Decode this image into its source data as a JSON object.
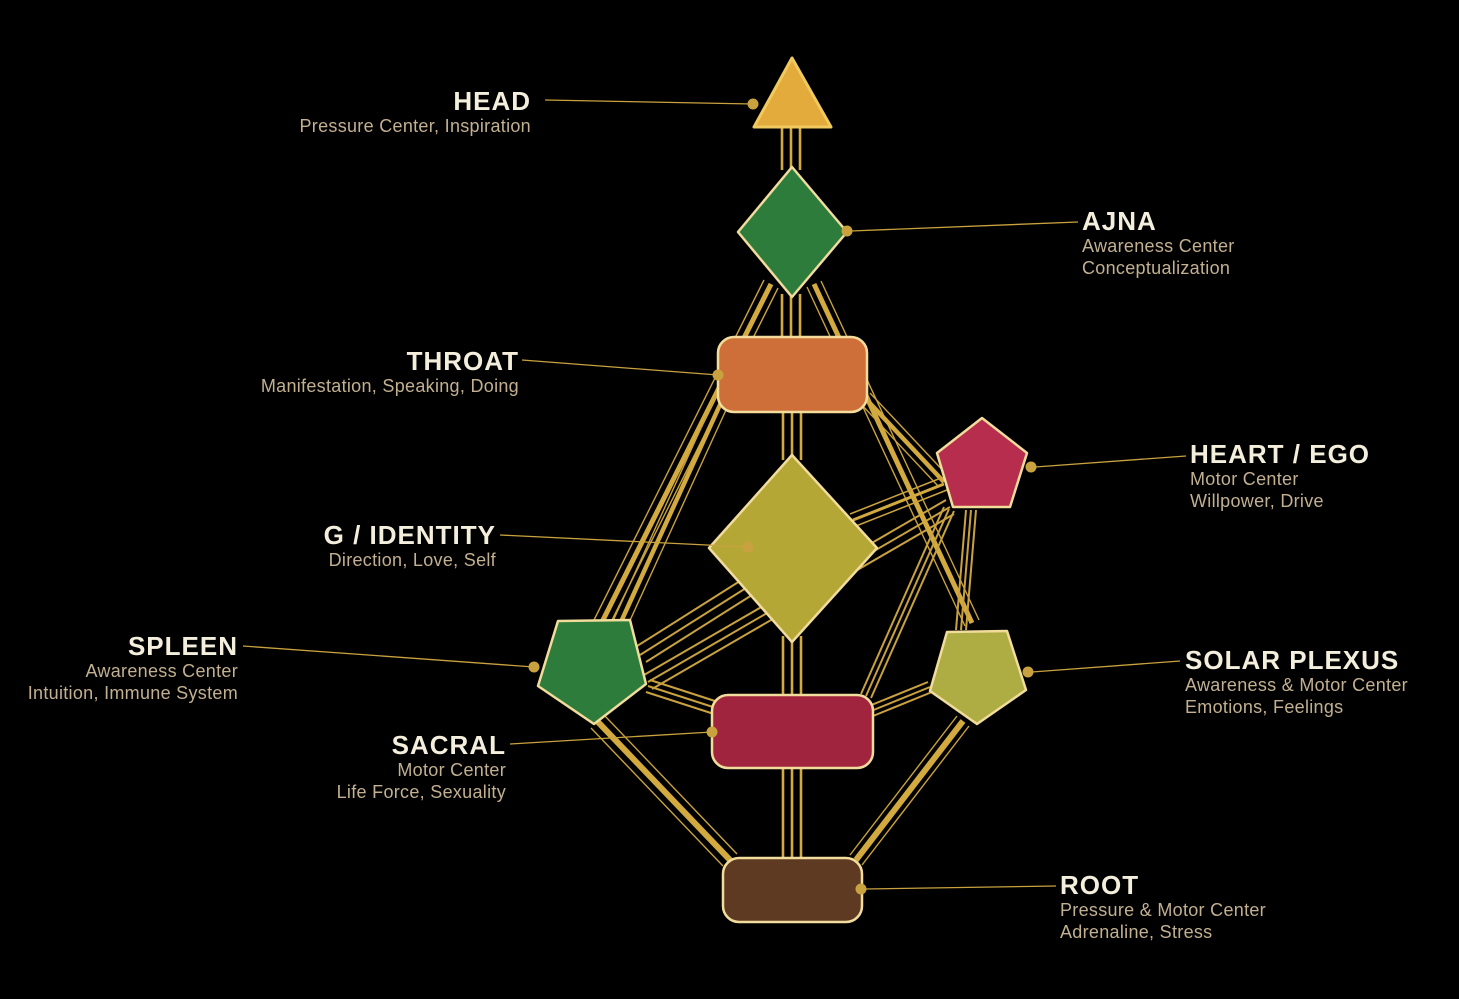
{
  "diagram": {
    "background_color": "#000000",
    "title_text_color": "#F4EEDC",
    "subtitle_text_color": "#C2B091",
    "channel_color": "#D2AA3F",
    "channel_thin_color": "#C9A23F",
    "leader_line_color": "#C9A23F",
    "shape_outline_color": "#F1DC9C"
  },
  "centers": [
    {
      "id": "head",
      "name": "HEAD",
      "shape": "triangle",
      "color": "#E3AA3C",
      "desc": [
        "Pressure Center, Inspiration"
      ]
    },
    {
      "id": "ajna",
      "name": "AJNA",
      "shape": "diamond",
      "color": "#2E7C3C",
      "desc": [
        "Awareness Center",
        "Conceptualization"
      ]
    },
    {
      "id": "throat",
      "name": "THROAT",
      "shape": "rectangle",
      "color": "#CE6F3A",
      "desc": [
        "Manifestation, Speaking, Doing"
      ]
    },
    {
      "id": "heart",
      "name": "HEART / EGO",
      "shape": "pentagon",
      "color": "#B72D4D",
      "desc": [
        "Motor Center",
        "Willpower, Drive"
      ]
    },
    {
      "id": "g",
      "name": "G / IDENTITY",
      "shape": "diamond",
      "color": "#B4A736",
      "desc": [
        "Direction, Love, Self"
      ]
    },
    {
      "id": "spleen",
      "name": "SPLEEN",
      "shape": "pentagon",
      "color": "#2E7C3C",
      "desc": [
        "Awareness Center",
        "Intuition, Immune System"
      ]
    },
    {
      "id": "solar",
      "name": "SOLAR PLEXUS",
      "shape": "pentagon",
      "color": "#ADAD44",
      "desc": [
        "Awareness & Motor Center",
        "Emotions, Feelings"
      ]
    },
    {
      "id": "sacral",
      "name": "SACRAL",
      "shape": "rectangle",
      "color": "#A1243E",
      "desc": [
        "Motor Center",
        "Life Force, Sexuality"
      ]
    },
    {
      "id": "root",
      "name": "ROOT",
      "shape": "rectangle",
      "color": "#5E3A22",
      "desc": [
        "Pressure & Motor Center",
        "Adrenaline, Stress"
      ]
    }
  ]
}
